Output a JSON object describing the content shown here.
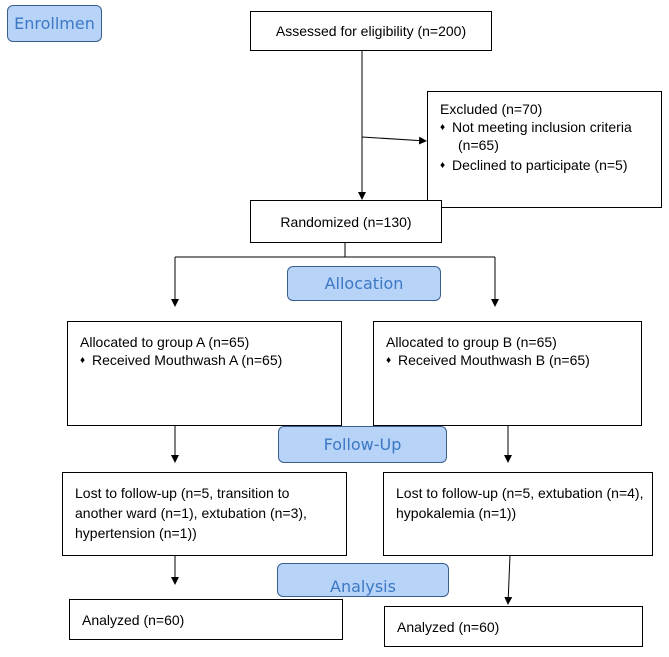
{
  "stages": {
    "enrollment": "Enrollmen",
    "allocation": "Allocation",
    "followup": "Follow-Up",
    "analysis": "Analysis"
  },
  "assessed": "Assessed for eligibility (n=200)",
  "excluded": {
    "title": "Excluded (n=70)",
    "items": [
      {
        "line1": "Not meeting inclusion criteria",
        "line2": "(n=65)"
      },
      {
        "line1": "Declined to participate (n=5)"
      }
    ]
  },
  "randomized": "Randomized (n=130)",
  "group_a": {
    "allocated": "Allocated to group A (n=65)",
    "received": "Received Mouthwash A (n=65)",
    "lost": "Lost to follow-up (n=5, transition to another ward (n=1), extubation (n=3), hypertension (n=1))",
    "analyzed": "Analyzed (n=60)"
  },
  "group_b": {
    "allocated": "Allocated to group B (n=65)",
    "received": "Received Mouthwash B (n=65)",
    "lost": "Lost to follow-up (n=5, extubation (n=4), hypokalemia (n=1))",
    "analyzed": "Analyzed (n=60)"
  },
  "bullet_symbol": "♦"
}
